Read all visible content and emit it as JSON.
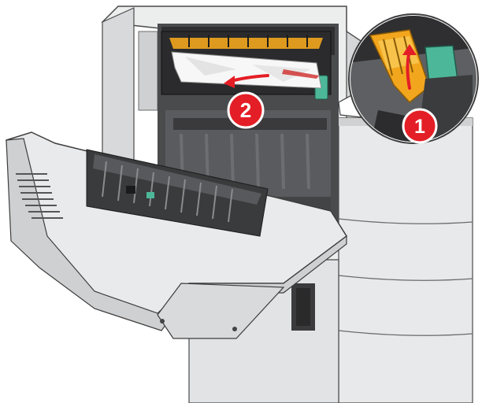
{
  "illustration": {
    "subject": "printer-open-door-paper-jam",
    "steps": [
      {
        "number": "1",
        "color": "#e41e26"
      },
      {
        "number": "2",
        "color": "#e41e26"
      }
    ],
    "colors": {
      "printer_body": "#e6e7e8",
      "printer_shadow": "#9ea0a3",
      "interior_dark": "#3a3a3c",
      "jam_lever": "#f2a61d",
      "release_tab": "#4db899",
      "paper": "#f7f7f7",
      "step_badge": "#e41e26",
      "arrow": "#e41e26"
    },
    "icons": [
      "arrow-left-icon",
      "arrow-up-icon"
    ]
  }
}
